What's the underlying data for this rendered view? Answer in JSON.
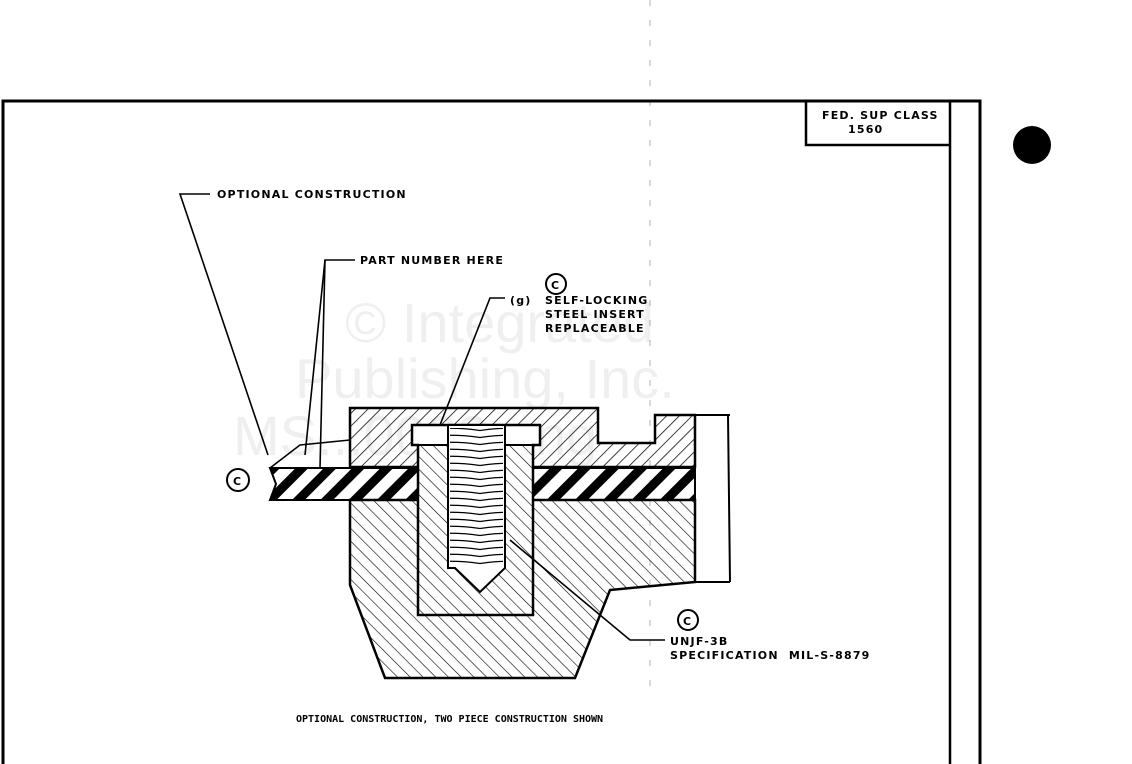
{
  "title_block": {
    "line1": "FED. SUP CLASS",
    "line2": "1560"
  },
  "callouts": {
    "optional_construction": "OPTIONAL CONSTRUCTION",
    "part_number": "PART NUMBER HERE",
    "insert_marker": "(g)",
    "insert_line1": "SELF-LOCKING",
    "insert_line2": "STEEL INSERT",
    "insert_line3": "REPLACEABLE",
    "thread_line1": "UNJF-3B",
    "thread_line2": "SPECIFICATION  MIL-S-8879",
    "change_mark": "C"
  },
  "caption": "OPTIONAL CONSTRUCTION, TWO PIECE CONSTRUCTION SHOWN",
  "watermark": {
    "line1": "© Integrated",
    "line2": "Publishing, Inc.",
    "line3": "MS...0022.png"
  }
}
